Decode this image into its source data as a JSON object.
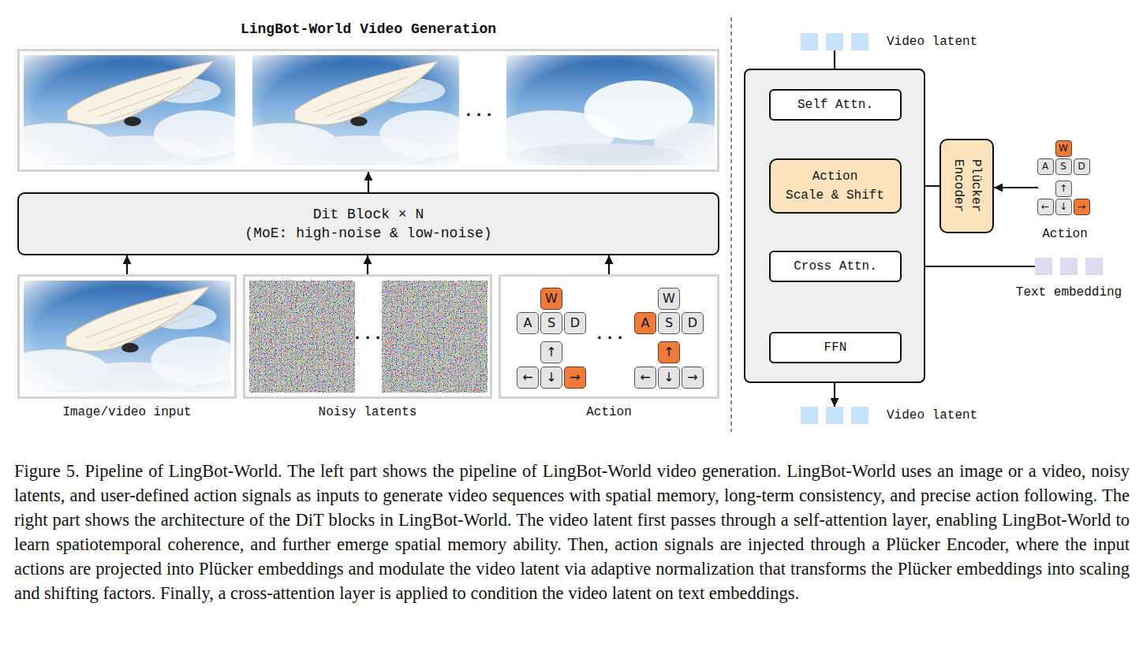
{
  "diagram": {
    "caption": "Figure 5. Pipeline of LingBot-World. The left part shows the pipeline of LingBot-World video generation. LingBot-World uses an image or a video, noisy latents, and user-defined action signals as inputs to generate video sequences with spatial memory, long-term consistency, and precise action following. The right part shows the architecture of the DiT blocks in LingBot-World. The video latent first passes through a self-attention layer, enabling LingBot-World to learn spatiotemporal coherence, and further emerge spatial memory ability. Then, action signals are injected through a Plücker Encoder, where the input actions are projected into Plücker embeddings and modulate the video latent via adaptive normalization that transforms the Plücker embeddings into scaling and shifting factors. Finally, a cross-attention layer is applied to condition the video latent on text embeddings.",
    "nodes": [
      {
        "text": [
          "LingBot-World Video Generation",
          "..."
        ]
      },
      {
        "text": [
          "Dit Block × N",
          "(MoE: high-noise & low-noise)"
        ]
      },
      {
        "text": [
          "Image/video input"
        ]
      },
      {
        "text": [
          "...",
          "Noisy latents"
        ]
      },
      {
        "text": [
          "...",
          "Action"
        ]
      },
      {
        "text": [
          "W"
        ],
        "in": 4
      },
      {
        "text": [
          "A"
        ],
        "in": 4
      },
      {
        "text": [
          "S"
        ],
        "in": 4
      },
      {
        "text": [
          "D"
        ],
        "in": 4
      },
      {
        "text": [
          "↑"
        ],
        "in": 4
      },
      {
        "text": [
          "←"
        ],
        "in": 4
      },
      {
        "text": [
          "↓"
        ],
        "in": 4
      },
      {
        "text": [
          "→"
        ],
        "in": 4
      },
      {
        "text": [
          "W"
        ],
        "in": 4
      },
      {
        "text": [
          "A"
        ],
        "in": 4
      },
      {
        "text": [
          "S"
        ],
        "in": 4
      },
      {
        "text": [
          "D"
        ],
        "in": 4
      },
      {
        "text": [
          "↑"
        ],
        "in": 4
      },
      {
        "text": [
          "←"
        ],
        "in": 4
      },
      {
        "text": [
          "↓"
        ],
        "in": 4
      },
      {
        "text": [
          "→"
        ],
        "in": 4
      },
      {
        "text": [
          "Video latent"
        ]
      },
      {
        "text": []
      },
      {
        "text": [
          "Self Attn."
        ],
        "in": 22
      },
      {
        "text": [
          "Action Scale & Shift"
        ],
        "in": 22
      },
      {
        "text": [
          "Cross Attn."
        ],
        "in": 22
      },
      {
        "text": [
          "FFN"
        ],
        "in": 22
      },
      {
        "text": [
          "Plücker Encoder"
        ]
      },
      {
        "text": [
          "Action"
        ]
      },
      {
        "text": [
          "W"
        ],
        "in": 28
      },
      {
        "text": [
          "A"
        ],
        "in": 28
      },
      {
        "text": [
          "S"
        ],
        "in": 28
      },
      {
        "text": [
          "D"
        ],
        "in": 28
      },
      {
        "text": [
          "↑"
        ],
        "in": 28
      },
      {
        "text": [
          "←"
        ],
        "in": 28
      },
      {
        "text": [
          "↓"
        ],
        "in": 28
      },
      {
        "text": [
          "→"
        ],
        "in": 28
      },
      {
        "text": [
          "Text embedding"
        ]
      },
      {
        "text": [
          "Video latent"
        ]
      }
    ],
    "edges": [
      {
        "from": 2,
        "to": 1,
        "arrow": "to"
      },
      {
        "from": 3,
        "to": 1,
        "arrow": "to"
      },
      {
        "from": 4,
        "to": 1,
        "arrow": "to"
      },
      {
        "from": 1,
        "to": 0,
        "arrow": "to"
      },
      {
        "from": 21,
        "to": 23,
        "arrow": "to"
      },
      {
        "from": 23,
        "to": 24,
        "arrow": "to"
      },
      {
        "from": 24,
        "to": 25,
        "arrow": "to"
      },
      {
        "from": 25,
        "to": 26,
        "arrow": "to"
      },
      {
        "from": 26,
        "to": 38,
        "arrow": "to"
      },
      {
        "from": 27,
        "to": 24,
        "arrow": "to"
      },
      {
        "from": 28,
        "to": 27,
        "arrow": "to"
      },
      {
        "from": 37,
        "to": 25,
        "arrow": "to"
      }
    ]
  }
}
